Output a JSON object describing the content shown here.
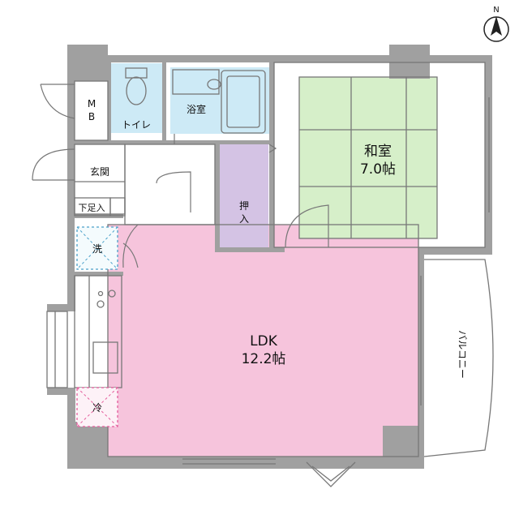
{
  "compass": {
    "north_label": "N"
  },
  "rooms": {
    "washitsu": {
      "name": "和室",
      "size": "7.0帖"
    },
    "ldk": {
      "name": "LDK",
      "size": "12.2帖"
    },
    "bath": {
      "name": "浴室"
    },
    "toilet": {
      "name": "トイレ"
    },
    "mb": {
      "line1": "M",
      "line2": "B"
    },
    "genkan": {
      "name": "玄関"
    },
    "getabako": {
      "name": "下足入"
    },
    "closet": {
      "line1": "押",
      "line2": "入"
    },
    "laundry": {
      "name": "洗"
    },
    "fridge": {
      "name": "冷"
    },
    "balcony": {
      "name": "バルコニー"
    }
  },
  "colors": {
    "wall": "#a0a0a0",
    "washitsu": "#d6efc9",
    "ldk": "#f6c4dc",
    "wet": "#cdeaf6",
    "closet": "#d4c3e4",
    "dashed_box": "#e45d9c",
    "laundry_box": "#4aa0c9"
  }
}
